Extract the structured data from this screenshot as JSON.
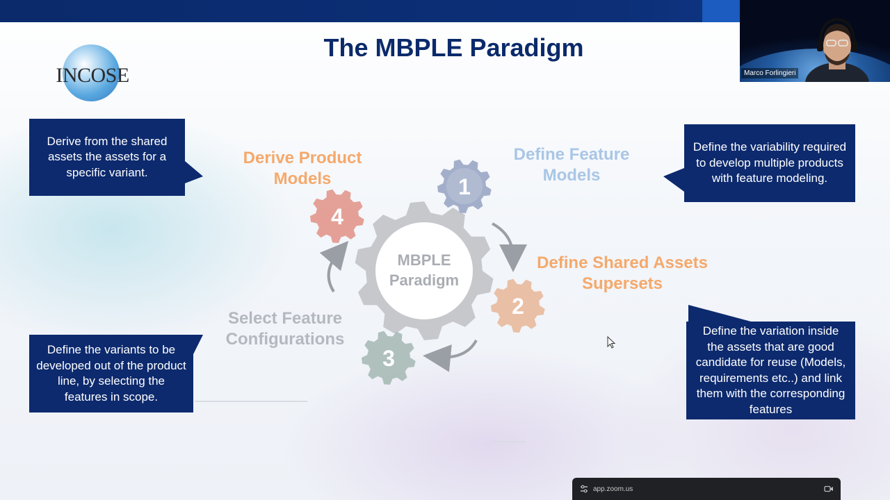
{
  "slide": {
    "title": "The MBPLE Paradigm",
    "logo_text": "INCOSE",
    "center_label": "MBPLE Paradigm",
    "steps": [
      {
        "number": "1",
        "label": "Define Feature Models",
        "color": "#9aa6c4"
      },
      {
        "number": "2",
        "label": "Define Shared Assets Supersets",
        "color": "#e8b99b"
      },
      {
        "number": "3",
        "label": "Select Feature Configurations",
        "color": "#a7bab6"
      },
      {
        "number": "4",
        "label": "Derive Product Models",
        "color": "#e2978c"
      }
    ],
    "label_colors": {
      "define_feature": "#a9c6e6",
      "define_shared": "#f4a96c",
      "select_feature": "#b4b8bf",
      "derive_product": "#f4a96c"
    },
    "callouts": {
      "derive": "Derive from the shared assets the assets for a specific variant.",
      "define_variability": "Define the variability required to develop multiple products with feature modeling.",
      "select_variants": "Define the variants to be developed out of the product line, by selecting the features in scope.",
      "define_variation": "Define the variation inside the assets that are good candidate for reuse (Models, requirements etc..) and link them with the corresponding features"
    },
    "callout_color": "#0d2a6e"
  },
  "webcam": {
    "participant_name": "Marco Forlingieri"
  },
  "browser": {
    "url": "app.zoom.us"
  }
}
